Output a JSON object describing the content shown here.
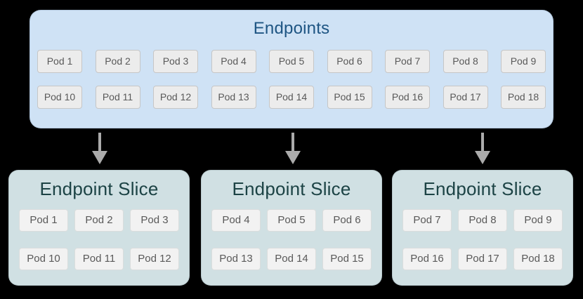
{
  "colors": {
    "page_bg": "#000000",
    "endpoints_bg": "#cfe2f5",
    "endpoints_title": "#1e5583",
    "slice_bg": "#d0e0e3",
    "slice_title": "#1c4345",
    "pod_bg": "#ececec",
    "pod_border": "#c6c6c6",
    "pod_text": "#595959",
    "slice_pod_bg": "#f2f2f2",
    "slice_pod_border": "#dadddd",
    "arrow": "#ababab"
  },
  "endpoints": {
    "title": "Endpoints",
    "rows": [
      [
        "Pod 1",
        "Pod 2",
        "Pod 3",
        "Pod 4",
        "Pod 5",
        "Pod 6",
        "Pod 7",
        "Pod 8",
        "Pod 9"
      ],
      [
        "Pod 10",
        "Pod 11",
        "Pod 12",
        "Pod 13",
        "Pod 14",
        "Pod 15",
        "Pod 16",
        "Pod 17",
        "Pod 18"
      ]
    ]
  },
  "slices": [
    {
      "title": "Endpoint Slice",
      "rows": [
        [
          "Pod 1",
          "Pod 2",
          "Pod 3"
        ],
        [
          "Pod 10",
          "Pod 11",
          "Pod 12"
        ]
      ]
    },
    {
      "title": "Endpoint Slice",
      "rows": [
        [
          "Pod 4",
          "Pod 5",
          "Pod 6"
        ],
        [
          "Pod 13",
          "Pod 14",
          "Pod 15"
        ]
      ]
    },
    {
      "title": "Endpoint Slice",
      "rows": [
        [
          "Pod 7",
          "Pod 8",
          "Pod 9"
        ],
        [
          "Pod 16",
          "Pod 17",
          "Pod 18"
        ]
      ]
    }
  ]
}
